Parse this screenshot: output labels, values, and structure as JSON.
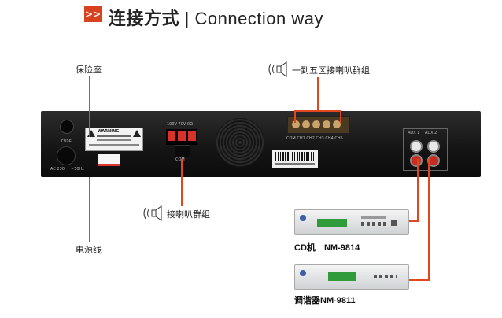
{
  "title": {
    "badge": ">>",
    "cn": "连接方式",
    "separator": " | ",
    "en": "Connection way"
  },
  "labels": {
    "fuse_holder": "保险座",
    "power_cord": "电源线",
    "speaker_zones": "一到五区接喇叭群组",
    "speaker_group": "接喇叭群组"
  },
  "panel": {
    "fuse": "FUSE",
    "ac_left": "AC 230",
    "ac_right": "~50Hz",
    "warning_title": "WARNING",
    "voltage": "100V 70V 0Ω",
    "com": "COM",
    "zone_terminals": "COM CH1 CH2 CH3 CH4 CH5",
    "aux_left": "AUX 1",
    "aux_right": "AUX 2"
  },
  "devices": [
    {
      "name": "CD机",
      "model": "NM-9814"
    },
    {
      "name": "调谐器",
      "model": "NM-9811"
    }
  ],
  "colors": {
    "accent": "#e1461f",
    "panel": "#1a1a1a"
  }
}
